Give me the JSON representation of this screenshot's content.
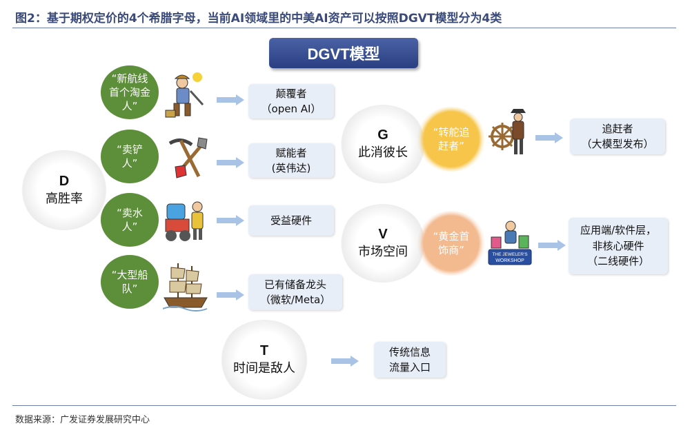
{
  "figure_title": "图2：基于期权定价的4个希腊字母，当前AI领域里的中美AI资产可以按照DGVT模型分为4类",
  "model_banner": "DGVT模型",
  "source_note": "数据来源：广发证券发展研究中心",
  "D": {
    "letter": "D",
    "meaning": "高胜率"
  },
  "G": {
    "letter": "G",
    "meaning": "此消彼长"
  },
  "V": {
    "letter": "V",
    "meaning": "市场空间"
  },
  "T": {
    "letter": "T",
    "meaning": "时间是敌人"
  },
  "d_branches": [
    {
      "tag": "“新航线首个淘金人”",
      "box_line1": "颠覆者",
      "box_line2": "（open AI）",
      "icon": "gold-prospector-icon"
    },
    {
      "tag": "“卖铲人”",
      "box_line1": "赋能者",
      "box_line2": "(英伟达)",
      "icon": "pickaxe-shovel-icon"
    },
    {
      "tag": "“卖水人”",
      "box_line1": "受益硬件",
      "box_line2": "",
      "icon": "water-seller-icon"
    },
    {
      "tag": "“大型船队”",
      "box_line1": "已有储备龙头",
      "box_line2": "（微软/Meta）",
      "icon": "sailing-ship-icon"
    }
  ],
  "g_branch": {
    "tag": "“转舵追赶者”",
    "box_line1": "追赶者",
    "box_line2": "（大模型发布）",
    "icon": "ship-helmsman-icon"
  },
  "v_branch": {
    "tag": "“黄金首饰商”",
    "box_line1": "应用端/软件层，",
    "box_line2": "非核心硬件",
    "box_line3": "（二线硬件）",
    "icon": "jewelers-workshop-icon",
    "icon_text": "THE JEWELER'S WORKSHOP"
  },
  "t_branch": {
    "box_line1": "传统信息",
    "box_line2": "流量入口"
  },
  "colors": {
    "green": "#5d8e3a",
    "gold": "#f6c54a",
    "peach": "#f3b98f",
    "box": "#e8eef7",
    "banner": "#2f4688",
    "arrow": "#a9c3e6"
  }
}
